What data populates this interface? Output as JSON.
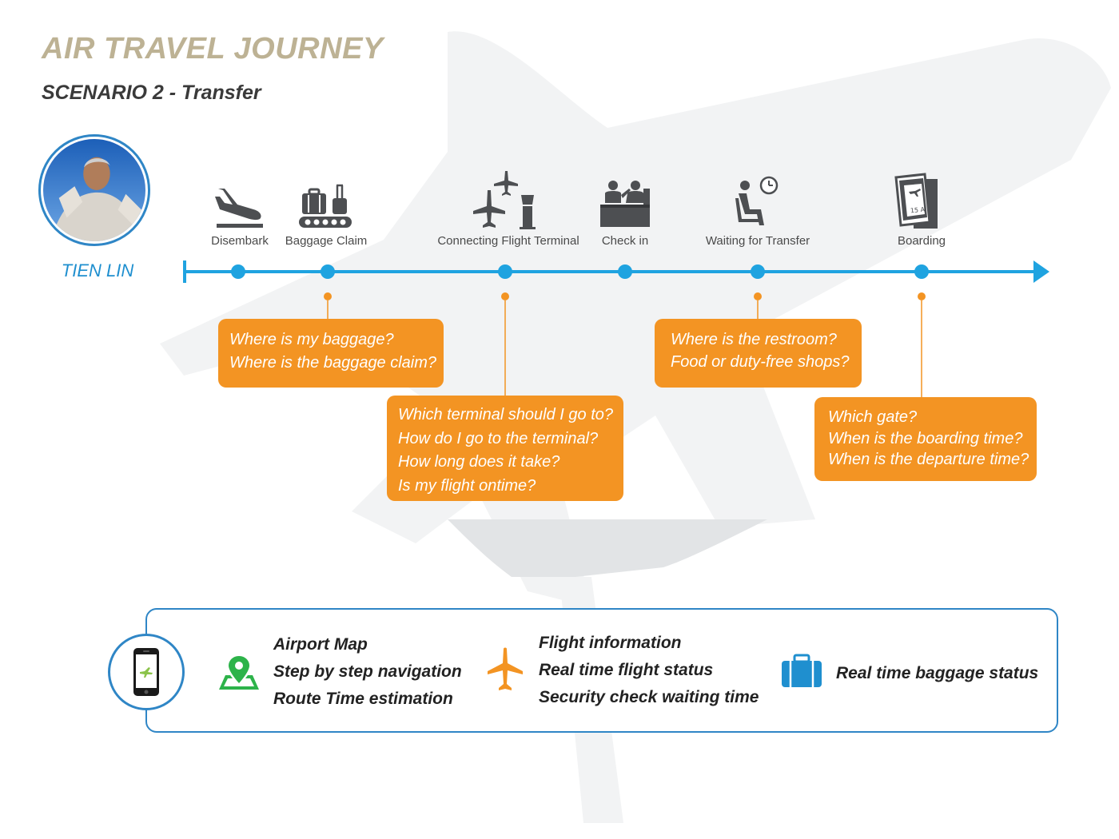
{
  "header": {
    "title": "AIR TRAVEL JOURNEY",
    "subtitle": "SCENARIO 2 - Transfer"
  },
  "persona": {
    "name": "TIEN LIN"
  },
  "stages": [
    {
      "label": "Disembark",
      "icon": "plane-landing-icon"
    },
    {
      "label": "Baggage Claim",
      "icon": "baggage-carousel-icon"
    },
    {
      "label": "Connecting Flight Terminal",
      "icon": "airport-tower-planes-icon"
    },
    {
      "label": "Check in",
      "icon": "check-in-desk-icon"
    },
    {
      "label": "Waiting for Transfer",
      "icon": "seated-person-clock-icon"
    },
    {
      "label": "Boarding",
      "icon": "boarding-pass-icon"
    }
  ],
  "questions": {
    "baggage_claim": [
      "Where is my baggage?",
      "Where is the baggage claim?"
    ],
    "connecting_terminal": [
      "Which terminal should I go to?",
      "How do I go to the terminal?",
      "How long does it take?",
      "Is my flight ontime?"
    ],
    "waiting": [
      "Where is the restroom?",
      "Food or duty-free shops?"
    ],
    "boarding": [
      "Which gate?",
      "When is the boarding time?",
      "When is the departure time?"
    ]
  },
  "features": {
    "map": {
      "icon": "map-pin-icon",
      "lines": [
        "Airport Map",
        "Step by step navigation",
        "Route Time estimation"
      ]
    },
    "flight": {
      "icon": "airplane-icon",
      "lines": [
        "Flight information",
        "Real time flight status",
        "Security check waiting time"
      ]
    },
    "baggage": {
      "icon": "suitcase-icon",
      "lines": [
        "Real time baggage status"
      ]
    }
  },
  "colors": {
    "timeline_blue": "#1fa3e0",
    "accent_orange": "#f39423",
    "title_beige": "#bdb294",
    "frame_blue": "#2f86c6",
    "map_green": "#2db34a"
  }
}
